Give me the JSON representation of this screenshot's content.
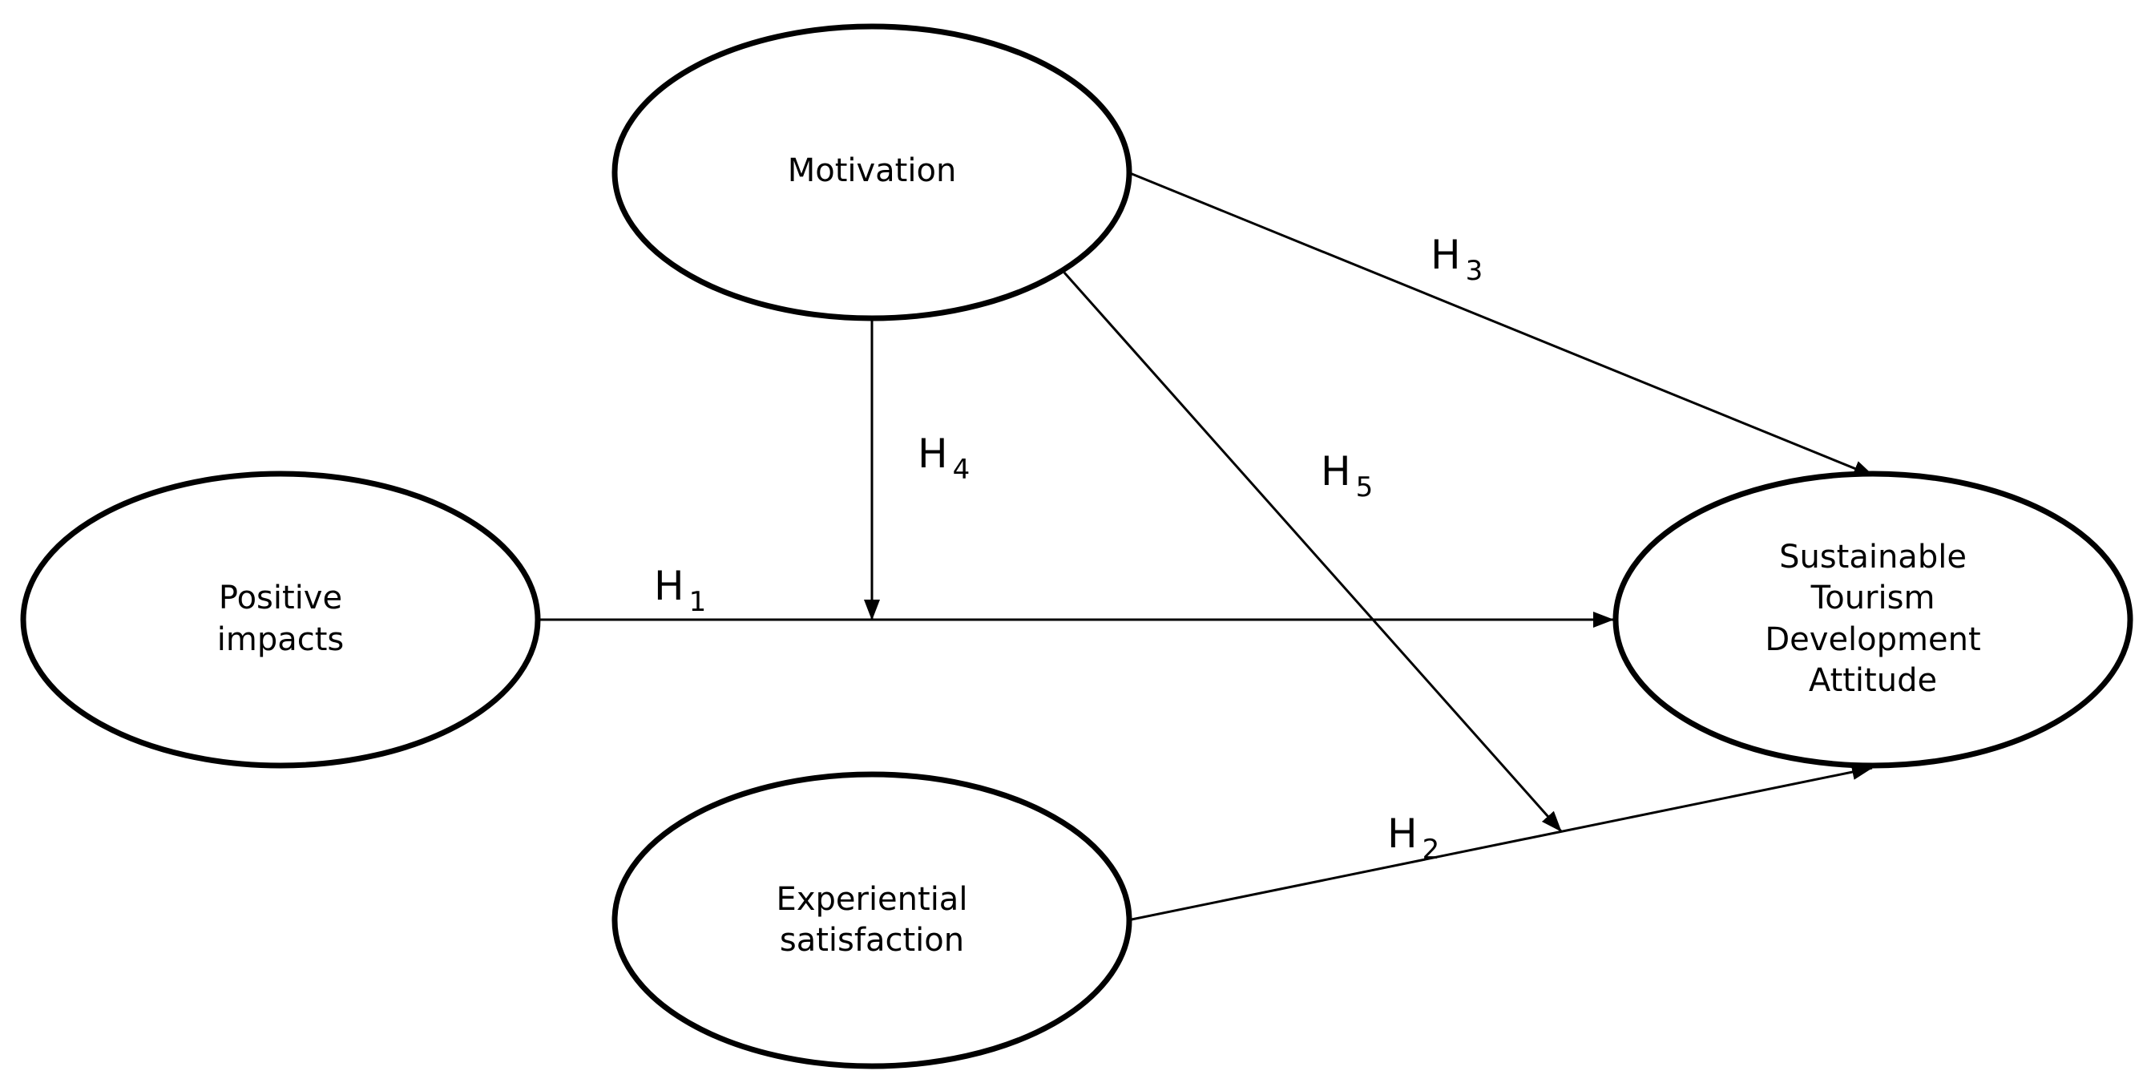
{
  "nodes": {
    "motivation": {
      "lines": [
        "Motivation"
      ]
    },
    "positive_impacts": {
      "lines": [
        "Positive",
        "impacts"
      ]
    },
    "experiential_satisfaction": {
      "lines": [
        "Experiential",
        "satisfaction"
      ]
    },
    "std_attitude": {
      "lines": [
        "Sustainable",
        "Tourism",
        "Development",
        "Attitude"
      ]
    }
  },
  "hypotheses": {
    "h1": {
      "letter": "H",
      "number": "1",
      "from": "Positive impacts",
      "to": "Sustainable Tourism Development Attitude"
    },
    "h2": {
      "letter": "H",
      "number": "2",
      "from": "Experiential satisfaction",
      "to": "Sustainable Tourism Development Attitude"
    },
    "h3": {
      "letter": "H",
      "number": "3",
      "from": "Motivation",
      "to": "Sustainable Tourism Development Attitude"
    },
    "h4": {
      "letter": "H",
      "number": "4",
      "from": "Motivation",
      "to": "H1 path"
    },
    "h5": {
      "letter": "H",
      "number": "5",
      "from": "Motivation",
      "to": "H2 path"
    }
  },
  "colors": {
    "stroke": "#000000",
    "background": "#ffffff"
  }
}
